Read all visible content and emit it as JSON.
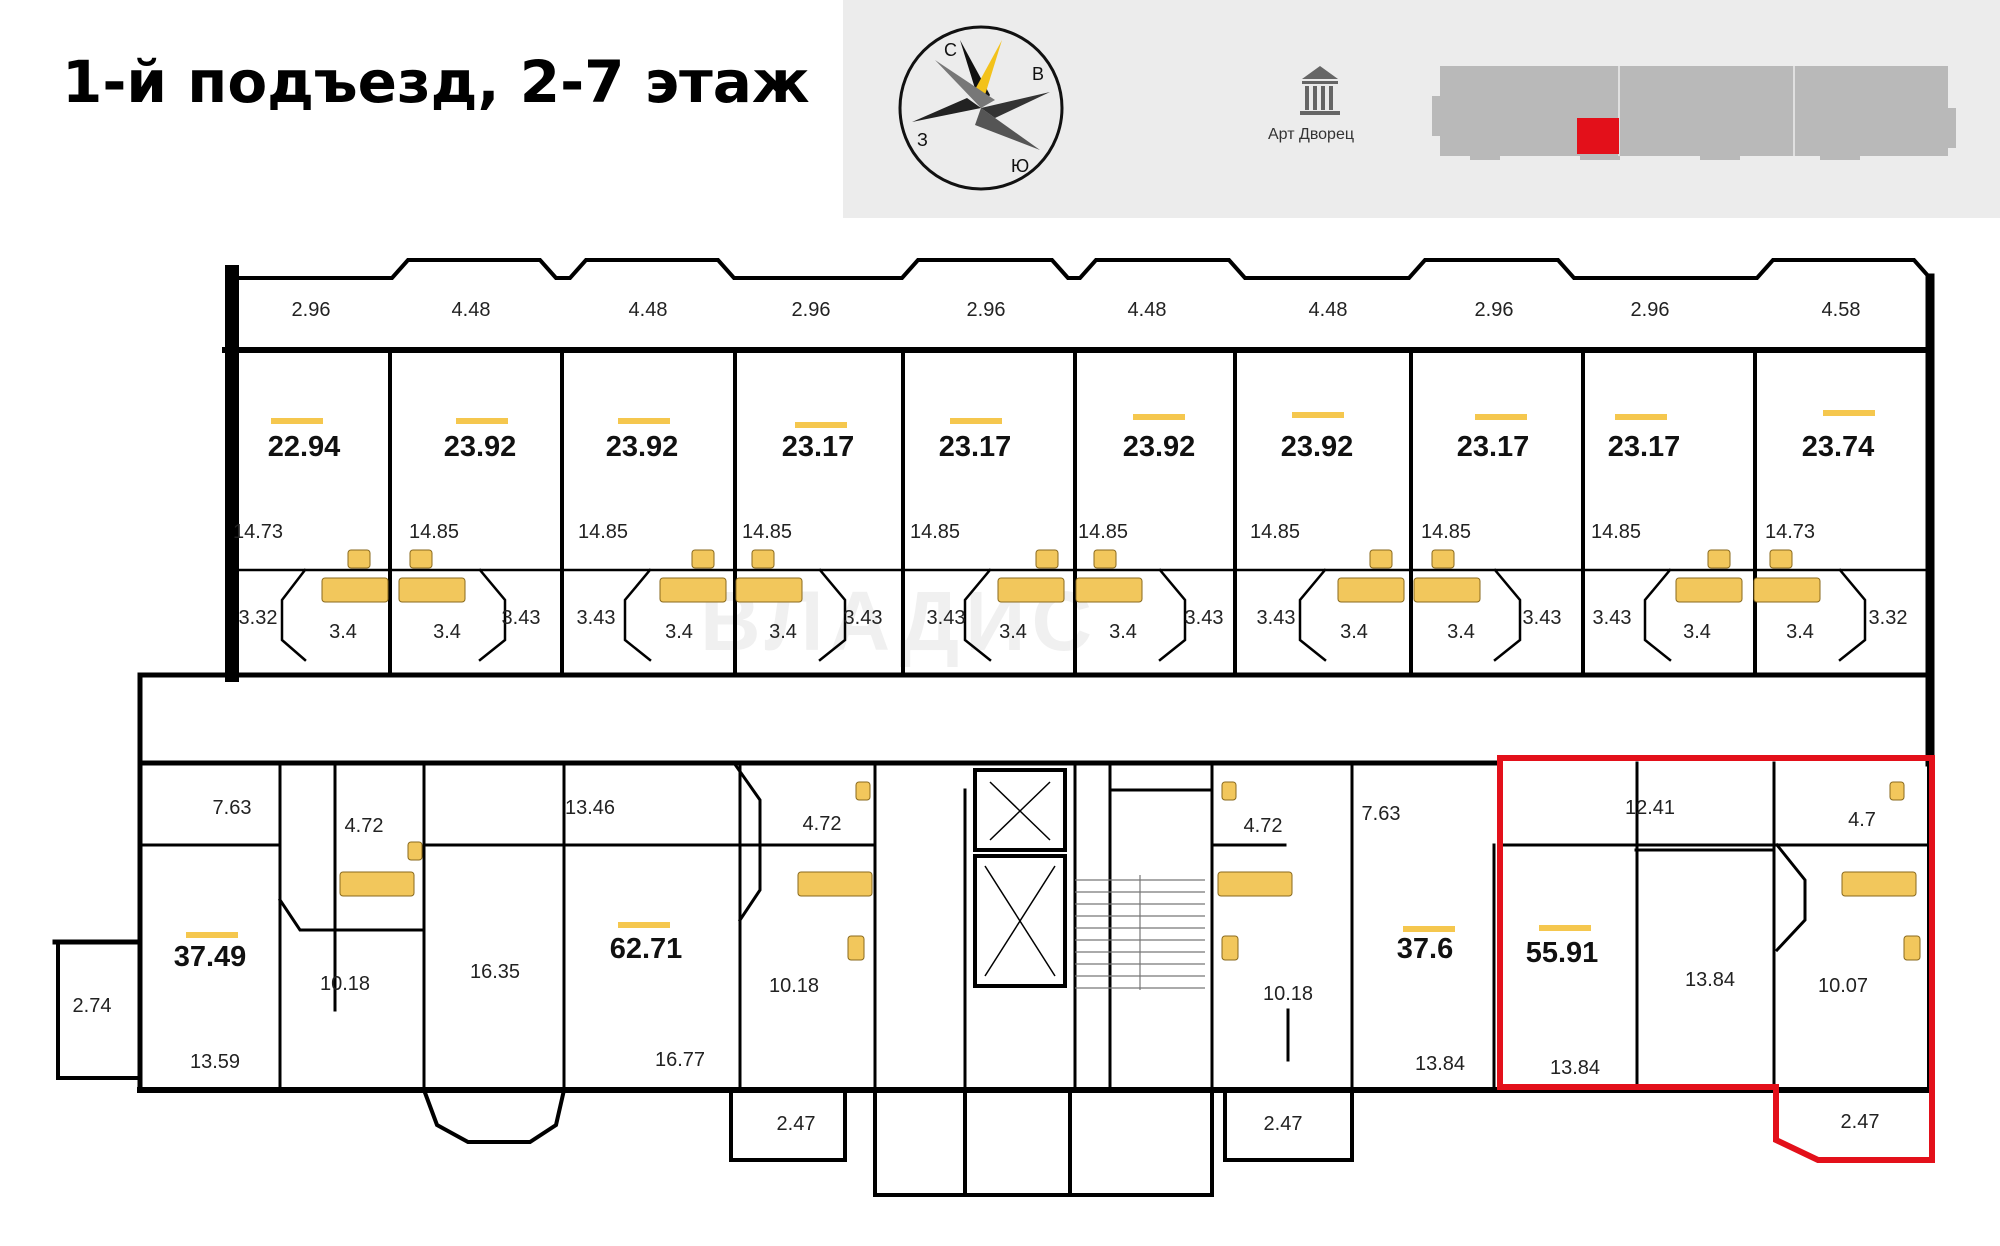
{
  "title": "1-й подъезд, 2-7 этаж",
  "compass": {
    "north": "С",
    "east": "В",
    "south": "Ю",
    "west": "З"
  },
  "landmark": {
    "label": "Арт Дворец",
    "icon": "building-columns-icon"
  },
  "watermark": "ВЛАДИС",
  "colors": {
    "highlight": "#e3101a",
    "fixture": "#f2c75c",
    "wall": "#000000",
    "building_grey": "#b9b9b9",
    "accent_bar": "#f5c74e"
  },
  "top_row": {
    "balconies": [
      "2.96",
      "4.48",
      "4.48",
      "2.96",
      "2.96",
      "4.48",
      "4.48",
      "2.96",
      "2.96",
      "4.58"
    ],
    "apartments": [
      "22.94",
      "23.92",
      "23.92",
      "23.17",
      "23.17",
      "23.92",
      "23.92",
      "23.17",
      "23.17",
      "23.74"
    ],
    "rooms": [
      "14.73",
      "14.85",
      "14.85",
      "14.85",
      "14.85",
      "14.85",
      "14.85",
      "14.85",
      "14.85",
      "14.73"
    ],
    "halls": [
      "3.32",
      "3.43",
      "3.43",
      "3.43",
      "3.43",
      "3.43",
      "3.43",
      "3.43",
      "3.43",
      "3.32"
    ],
    "baths": [
      "3.4",
      "3.4",
      "3.4",
      "3.4",
      "3.4",
      "3.4",
      "3.4",
      "3.4",
      "3.4",
      "3.4"
    ]
  },
  "bottom": {
    "storage": "2.74",
    "apt1": {
      "total": "37.49",
      "hall": "7.63",
      "bath": "4.72",
      "room": "13.59",
      "kitchen": "10.18"
    },
    "apt2": {
      "total": "62.71",
      "hall": "13.46",
      "bath": "4.72",
      "bay_room": "16.35",
      "room": "16.77",
      "kitchen": "10.18",
      "balcony": "2.47"
    },
    "apt3": {
      "total": "37.6",
      "bath": "4.72",
      "hall": "7.63",
      "kitchen": "10.18",
      "room": "13.84",
      "balcony": "2.47"
    },
    "apt4": {
      "total": "55.91",
      "hall": "12.41",
      "bath": "4.7",
      "room": "13.84",
      "room2": "13.84",
      "kitchen": "10.07",
      "balcony": "2.47"
    }
  }
}
